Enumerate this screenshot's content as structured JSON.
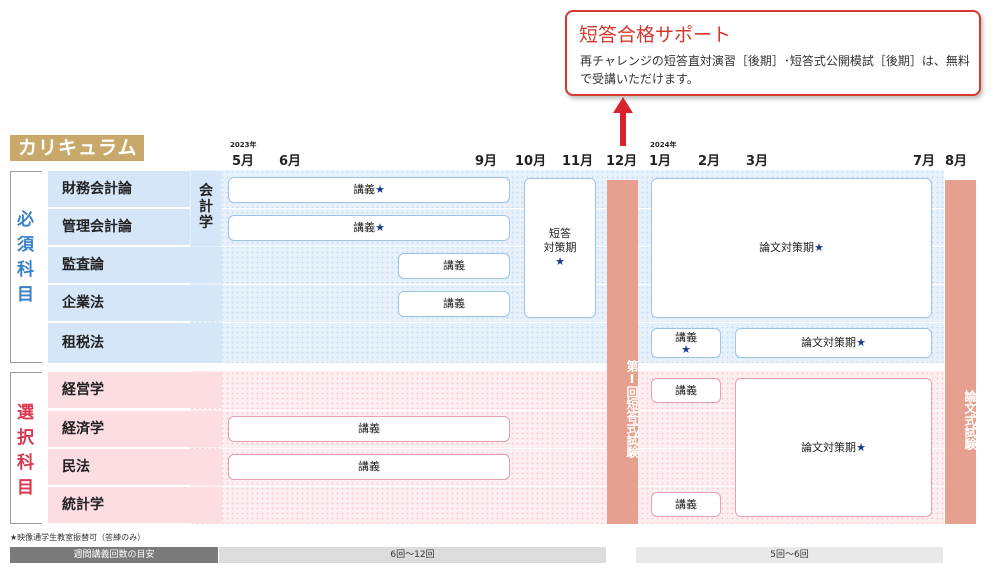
{
  "callout": {
    "title": "短答合格サポート",
    "body": "再チャレンジの短答直対演習［後期］･短答式公開模試［後期］は、無料で受講いただけます。"
  },
  "badge": "カリキュラム",
  "years": {
    "y2023": "2023年",
    "y2024": "2024年"
  },
  "months": [
    "5月",
    "6月",
    "9月",
    "10月",
    "11月",
    "12月",
    "1月",
    "2月",
    "3月",
    "7月",
    "8月"
  ],
  "groups": {
    "required": "必須科目",
    "elective": "選択科目"
  },
  "subjects": {
    "s1": "財務会計論",
    "s2": "管理会計論",
    "s3": "監査論",
    "s4": "企業法",
    "s5": "租税法",
    "s6": "経営学",
    "s7": "経済学",
    "s8": "民法",
    "s9": "統計学"
  },
  "accounting_label": "会計学",
  "boxes": {
    "lecture": "講義",
    "star": "★",
    "short_answer_prep": "短答\n対策期",
    "essay_prep": "論文対策期"
  },
  "bars": {
    "short_exam": "第Ⅰ回短答式試験",
    "essay_exam": "論文式試験"
  },
  "footnote": "★映像通学生教室振替可（答練のみ）",
  "legend": "週間講義回数の目安",
  "ranges": {
    "first": "6回〜12回",
    "second": "5回〜6回"
  },
  "colors": {
    "accent_red": "#d23a2c",
    "badge": "#c9a96b",
    "exam_bar": "#e6a090",
    "required": "#3a82c8",
    "elective": "#d8374e"
  }
}
